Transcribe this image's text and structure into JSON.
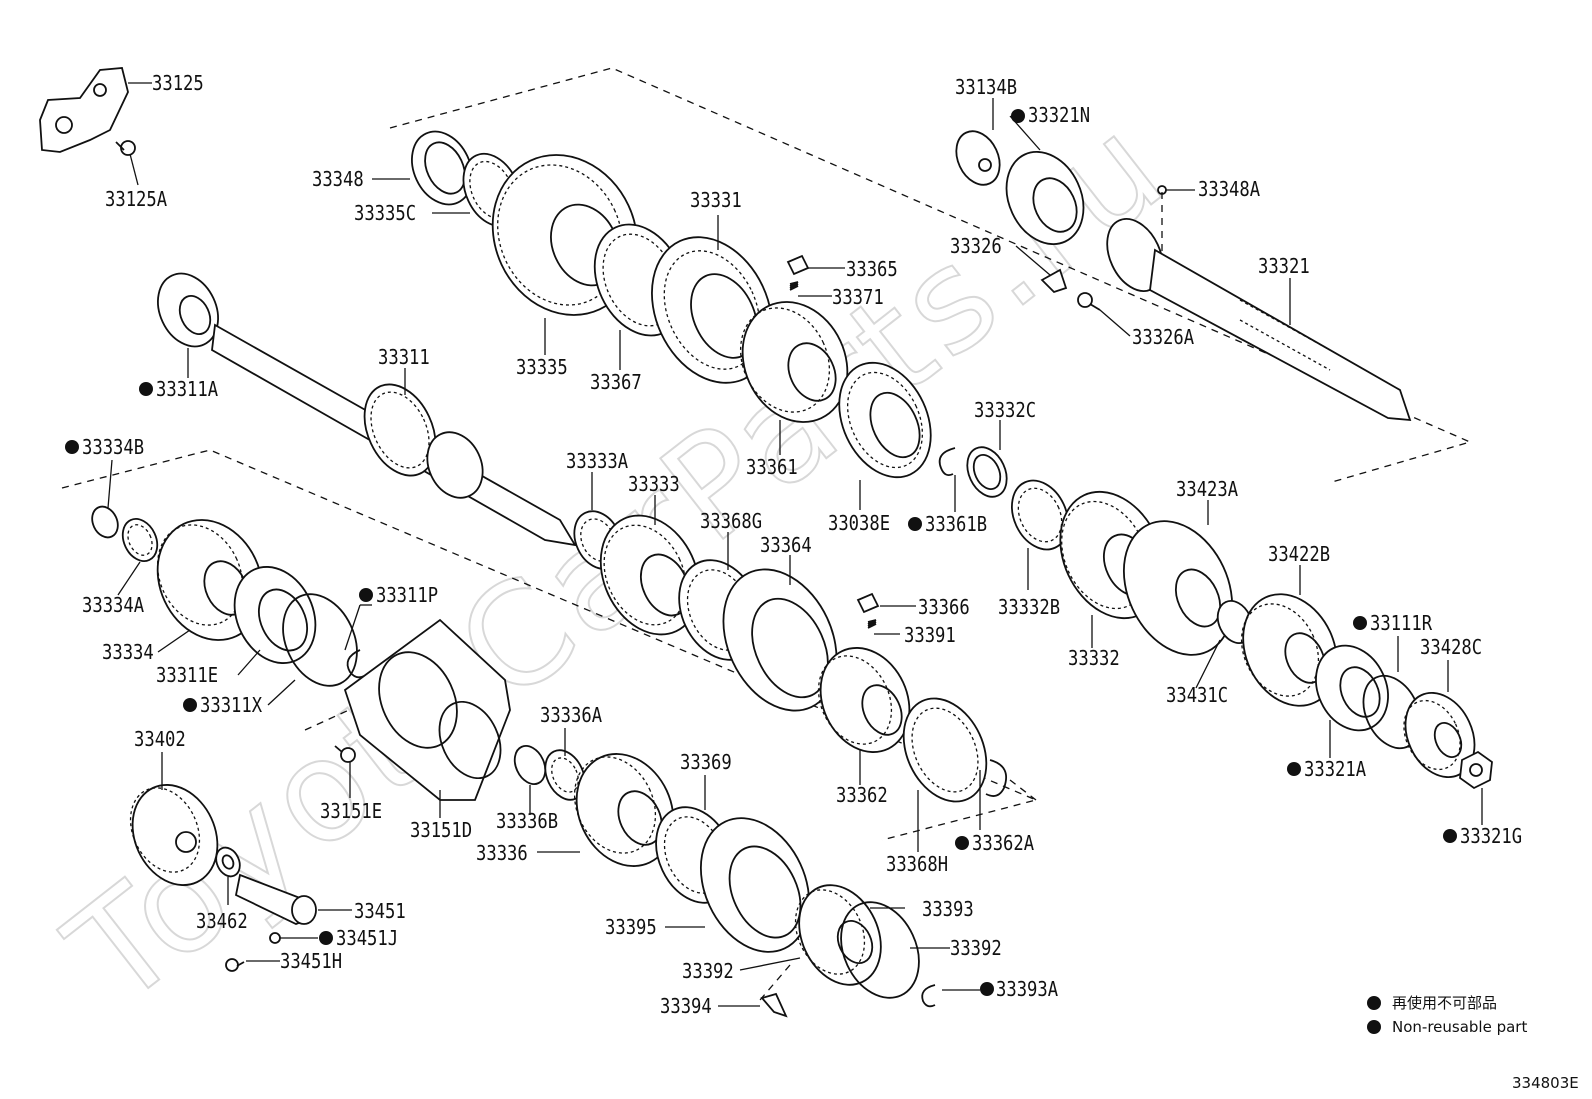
{
  "watermark": "ToyotaCarParts.ru",
  "diagram_code": "334803E",
  "legend": {
    "jp": "再使用不可部品",
    "en": "Non-reusable part"
  },
  "colors": {
    "line": "#111111",
    "background": "#ffffff",
    "watermark": "#d8d8d8"
  },
  "parts": [
    {
      "id": "33125",
      "label": "33125",
      "non_reusable": false
    },
    {
      "id": "33125A",
      "label": "33125A",
      "non_reusable": false
    },
    {
      "id": "33348",
      "label": "33348",
      "non_reusable": false
    },
    {
      "id": "33335C",
      "label": "33335C",
      "non_reusable": false
    },
    {
      "id": "33331",
      "label": "33331",
      "non_reusable": false
    },
    {
      "id": "33365",
      "label": "33365",
      "non_reusable": false
    },
    {
      "id": "33371",
      "label": "33371",
      "non_reusable": false
    },
    {
      "id": "33335",
      "label": "33335",
      "non_reusable": false
    },
    {
      "id": "33367",
      "label": "33367",
      "non_reusable": false
    },
    {
      "id": "33361",
      "label": "33361",
      "non_reusable": false
    },
    {
      "id": "33134B",
      "label": "33134B",
      "non_reusable": false
    },
    {
      "id": "33321N",
      "label": "33321N",
      "non_reusable": true
    },
    {
      "id": "33348A",
      "label": "33348A",
      "non_reusable": false
    },
    {
      "id": "33326",
      "label": "33326",
      "non_reusable": false
    },
    {
      "id": "33321",
      "label": "33321",
      "non_reusable": false
    },
    {
      "id": "33326A",
      "label": "33326A",
      "non_reusable": false
    },
    {
      "id": "33311A",
      "label": "33311A",
      "non_reusable": true
    },
    {
      "id": "33311",
      "label": "33311",
      "non_reusable": false
    },
    {
      "id": "33332C",
      "label": "33332C",
      "non_reusable": false
    },
    {
      "id": "33038E",
      "label": "33038E",
      "non_reusable": false
    },
    {
      "id": "33361B",
      "label": "33361B",
      "non_reusable": true
    },
    {
      "id": "33334B",
      "label": "33334B",
      "non_reusable": true
    },
    {
      "id": "33333A",
      "label": "33333A",
      "non_reusable": false
    },
    {
      "id": "33333",
      "label": "33333",
      "non_reusable": false
    },
    {
      "id": "33368G",
      "label": "33368G",
      "non_reusable": false
    },
    {
      "id": "33364",
      "label": "33364",
      "non_reusable": false
    },
    {
      "id": "33423A",
      "label": "33423A",
      "non_reusable": false
    },
    {
      "id": "33422B",
      "label": "33422B",
      "non_reusable": false
    },
    {
      "id": "33334A",
      "label": "33334A",
      "non_reusable": false
    },
    {
      "id": "33311P",
      "label": "33311P",
      "non_reusable": true
    },
    {
      "id": "33366",
      "label": "33366",
      "non_reusable": false
    },
    {
      "id": "33391",
      "label": "33391",
      "non_reusable": false
    },
    {
      "id": "33332B",
      "label": "33332B",
      "non_reusable": false
    },
    {
      "id": "33111R",
      "label": "33111R",
      "non_reusable": true
    },
    {
      "id": "33428C",
      "label": "33428C",
      "non_reusable": false
    },
    {
      "id": "33334",
      "label": "33334",
      "non_reusable": false
    },
    {
      "id": "33332",
      "label": "33332",
      "non_reusable": false
    },
    {
      "id": "33311E",
      "label": "33311E",
      "non_reusable": false
    },
    {
      "id": "33431C",
      "label": "33431C",
      "non_reusable": false
    },
    {
      "id": "33311X",
      "label": "33311X",
      "non_reusable": true
    },
    {
      "id": "33336A",
      "label": "33336A",
      "non_reusable": false
    },
    {
      "id": "33402",
      "label": "33402",
      "non_reusable": false
    },
    {
      "id": "33369",
      "label": "33369",
      "non_reusable": false
    },
    {
      "id": "33321A",
      "label": "33321A",
      "non_reusable": true
    },
    {
      "id": "33362",
      "label": "33362",
      "non_reusable": false
    },
    {
      "id": "33151E",
      "label": "33151E",
      "non_reusable": false
    },
    {
      "id": "33151D",
      "label": "33151D",
      "non_reusable": false
    },
    {
      "id": "33336B",
      "label": "33336B",
      "non_reusable": false
    },
    {
      "id": "33321G",
      "label": "33321G",
      "non_reusable": true
    },
    {
      "id": "33336",
      "label": "33336",
      "non_reusable": false
    },
    {
      "id": "33362A",
      "label": "33362A",
      "non_reusable": true
    },
    {
      "id": "33368H",
      "label": "33368H",
      "non_reusable": false
    },
    {
      "id": "33393",
      "label": "33393",
      "non_reusable": false
    },
    {
      "id": "33451",
      "label": "33451",
      "non_reusable": false
    },
    {
      "id": "33462",
      "label": "33462",
      "non_reusable": false
    },
    {
      "id": "33451J",
      "label": "33451J",
      "non_reusable": true
    },
    {
      "id": "33395",
      "label": "33395",
      "non_reusable": false
    },
    {
      "id": "33392",
      "label": "33392",
      "non_reusable": false
    },
    {
      "id": "33451H",
      "label": "33451H",
      "non_reusable": false
    },
    {
      "id": "33392-2",
      "label": "33392",
      "non_reusable": false
    },
    {
      "id": "33393A",
      "label": "33393A",
      "non_reusable": true
    },
    {
      "id": "33394",
      "label": "33394",
      "non_reusable": false
    }
  ]
}
